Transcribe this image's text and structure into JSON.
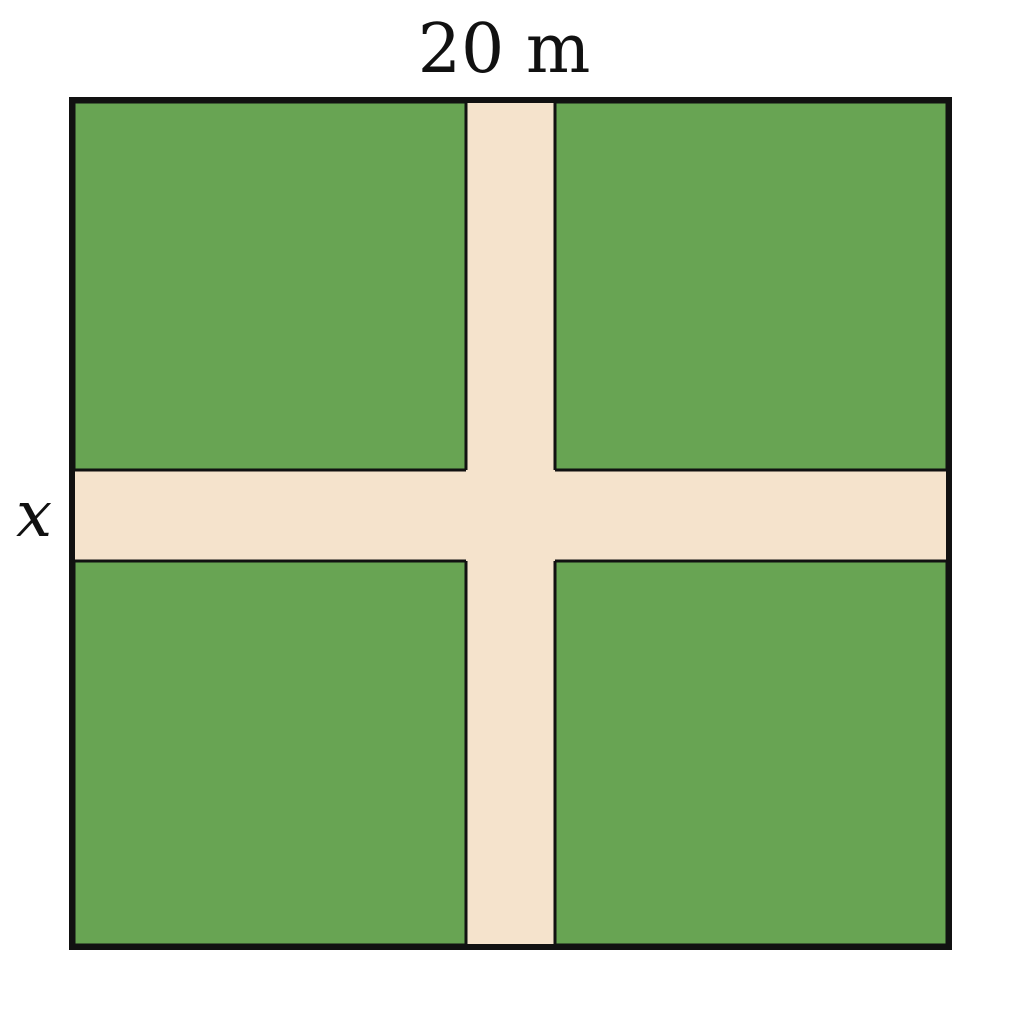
{
  "diagram": {
    "top_label": "20 m",
    "side_label": "x",
    "colors": {
      "lawn": "#68a453",
      "path": "#f5e3cc",
      "outline": "#111111",
      "background": "#ffffff"
    },
    "plots": [
      {
        "id": "top-left"
      },
      {
        "id": "top-right"
      },
      {
        "id": "bottom-left"
      },
      {
        "id": "bottom-right"
      }
    ],
    "paths": [
      {
        "id": "vertical"
      },
      {
        "id": "horizontal"
      }
    ]
  }
}
